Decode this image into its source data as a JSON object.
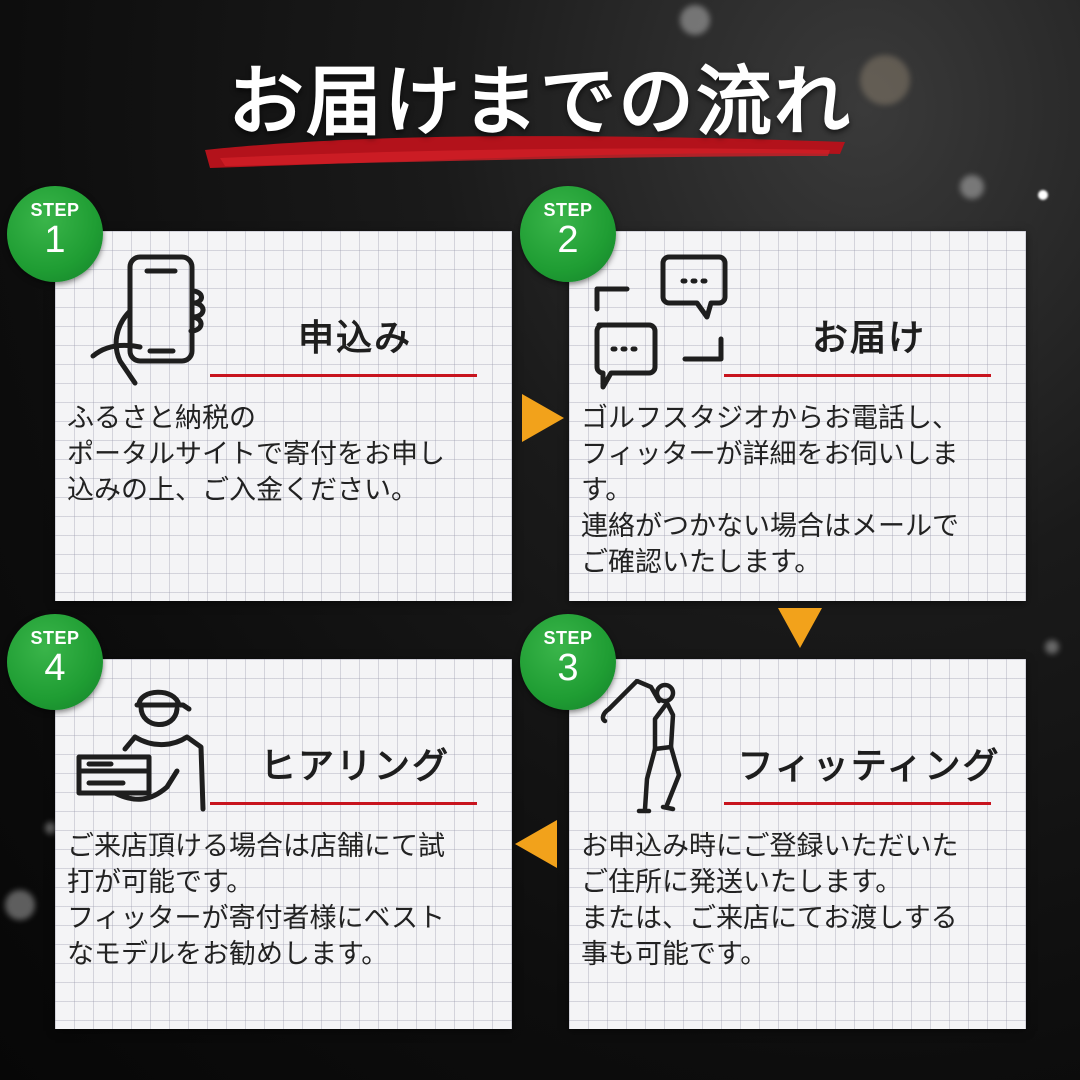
{
  "header": {
    "title": "お届けまでの流れ"
  },
  "colors": {
    "accent_red": "#c8141e",
    "badge_green": "#1f9d33",
    "arrow_orange": "#f2a21b",
    "card_bg": "#f4f4f6"
  },
  "steps": [
    {
      "step_label": "STEP",
      "number": "1",
      "title": "申込み",
      "icon": "smartphone-hand-icon",
      "body": "ふるさと納税の\nポータルサイトで寄付をお申し\n込みの上、ご入金ください。"
    },
    {
      "step_label": "STEP",
      "number": "2",
      "title": "お届け",
      "icon": "chat-bubbles-icon",
      "body": "ゴルフスタジオからお電話し、\nフィッターが詳細をお伺いしま\nす。\n連絡がつかない場合はメールで\nご確認いたします。"
    },
    {
      "step_label": "STEP",
      "number": "3",
      "title": "フィッティング",
      "icon": "golfer-icon",
      "body": "お申込み時にご登録いただいた\nご住所に発送いたします。\nまたは、ご来店にてお渡しする\n事も可能です。"
    },
    {
      "step_label": "STEP",
      "number": "4",
      "title": "ヒアリング",
      "icon": "delivery-person-icon",
      "body": "ご来店頂ける場合は店舗にて試\n打が可能です。\nフィッターが寄付者様にベスト\nなモデルをお勧めします。"
    }
  ]
}
